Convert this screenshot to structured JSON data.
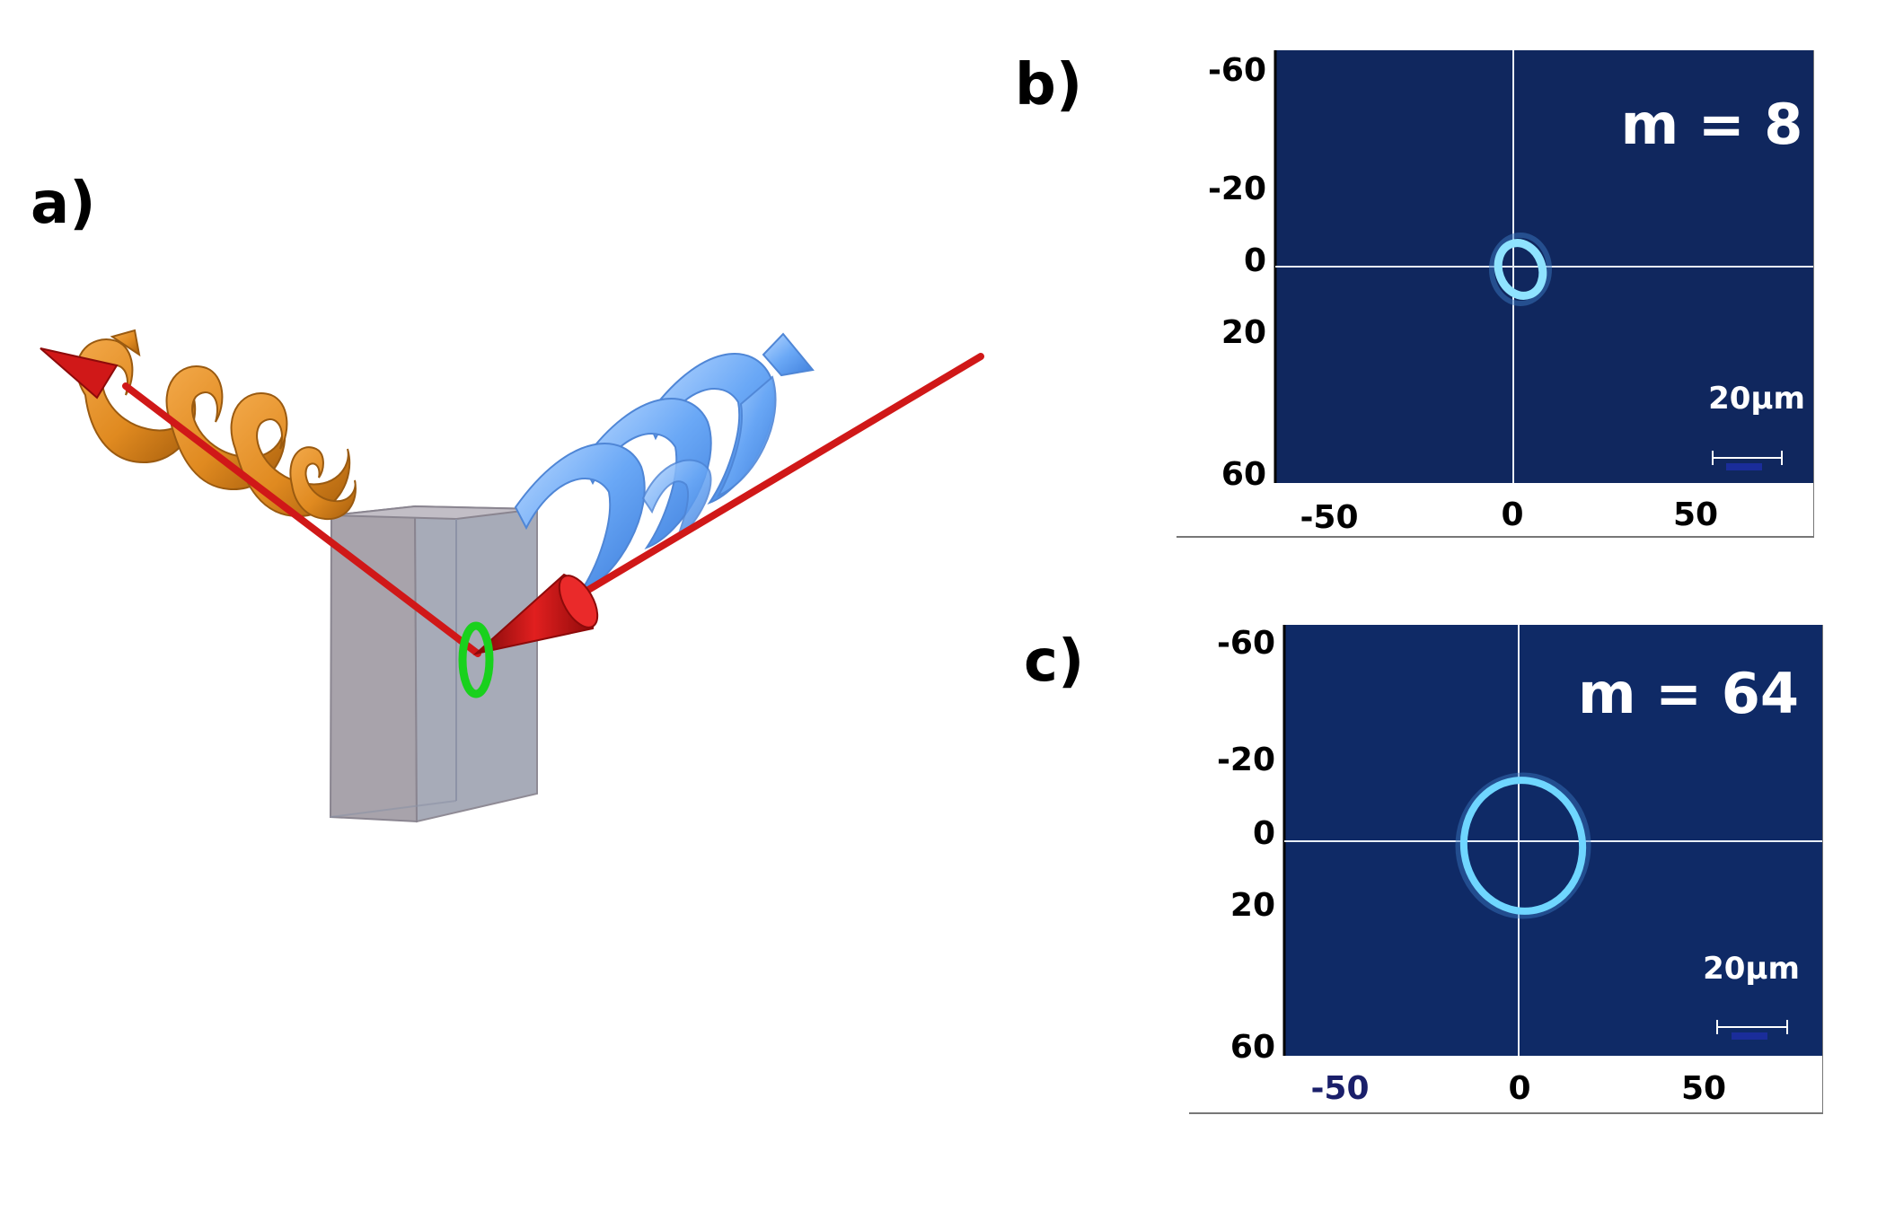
{
  "panels": {
    "a": {
      "label": "a)"
    },
    "b": {
      "label": "b)",
      "annotation": "m = 8",
      "scalebar_text": "20µm",
      "y_ticks": [
        "-60",
        "-20",
        "0",
        "20",
        "60"
      ],
      "x_ticks": [
        "-50",
        "0",
        "50"
      ],
      "colors": {
        "background": "#10275e",
        "ring": "#8fe3ff",
        "crosshair": "#e8eef8"
      }
    },
    "c": {
      "label": "c)",
      "annotation": "m = 64",
      "scalebar_text": "20µm",
      "y_ticks": [
        "-60",
        "-20",
        "0",
        "20",
        "60"
      ],
      "x_ticks": [
        "-50",
        "0",
        "50"
      ],
      "colors": {
        "background": "#0f2a66",
        "ring": "#6fd6ff",
        "crosshair": "#e8eef8"
      }
    }
  },
  "diagram": {
    "colors": {
      "beam": "#d01818",
      "helix_out": "#e08a20",
      "helix_in": "#5f9ff2",
      "crystal": "#a9a5b0",
      "ring": "#19d11d"
    }
  }
}
